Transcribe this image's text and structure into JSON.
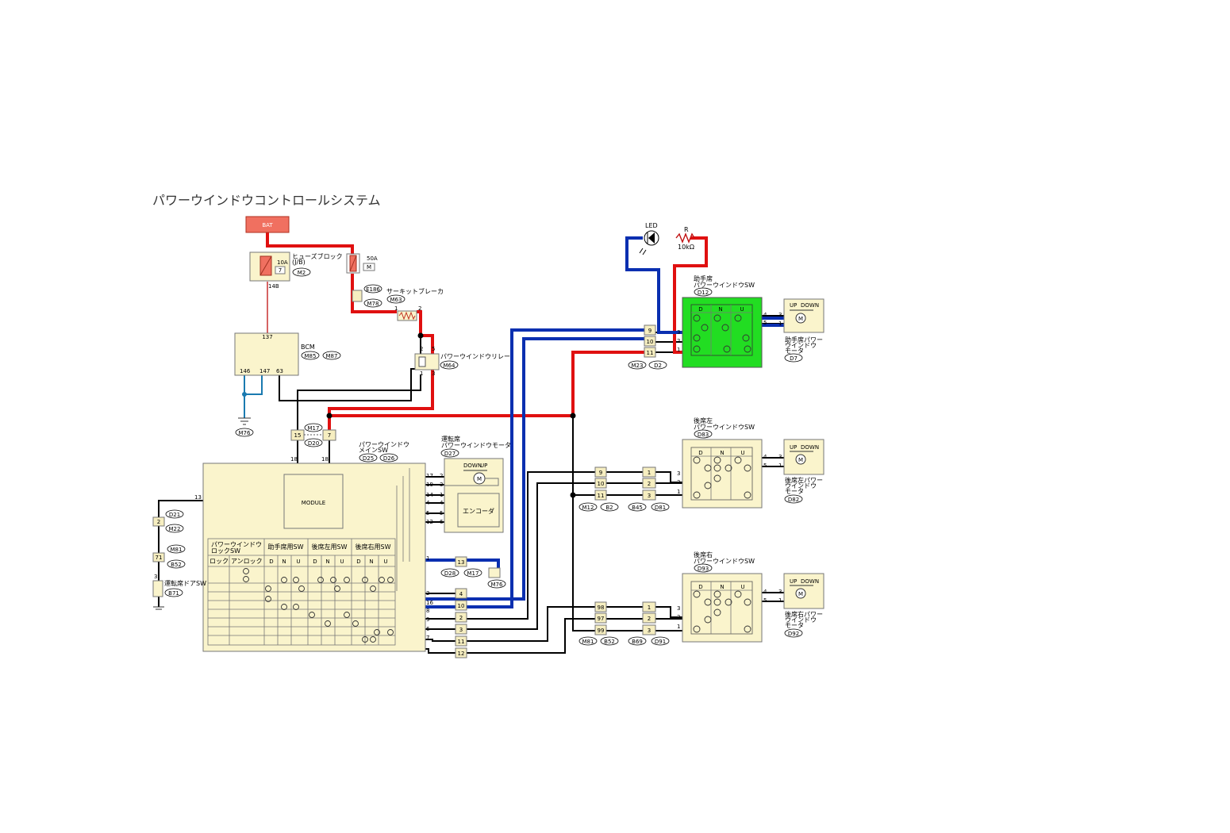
{
  "title": "パワーウインドウコントロールシステム",
  "colors": {
    "red_wire": "#e01010",
    "blue_wire": "#0a2fb0",
    "switch_green": "#22dd22",
    "battery": "#f07060",
    "box": "#faf4cc"
  },
  "labels": {
    "bat": "BAT",
    "fuse_block": "ヒューズブロック",
    "fuse_jb": "(J/B)",
    "fuse_10a": "10A",
    "fuse_7": "7",
    "fuse_14b": "14B",
    "fuse_50a": "50A",
    "fuse_m": "M",
    "circuit_breaker": "サーキットブレーカ",
    "relay": "パワーウインドウリレー",
    "bcm": "BCM",
    "led": "LED",
    "r": "R",
    "resistance": "10kΩ",
    "passenger_sw_1": "助手席",
    "passenger_sw_2": "パワーウインドウSW",
    "rl_sw_1": "後席左",
    "rl_sw_2": "パワーウインドウSW",
    "rr_sw_1": "後席右",
    "rr_sw_2": "パワーウインドウSW",
    "main_sw_1": "パワーウインドウ",
    "main_sw_2": "メインSW",
    "driver_motor_1": "運転席",
    "driver_motor_2": "パワーウインドウモータ",
    "passenger_motor_1": "助手席パワー",
    "passenger_motor_2": "ウインドウ",
    "passenger_motor_3": "モータ",
    "rl_motor_1": "後席左パワー",
    "rl_motor_2": "ウインドウ",
    "rl_motor_3": "モータ",
    "rr_motor_1": "後席右パワー",
    "rr_motor_2": "ウインドウ",
    "rr_motor_3": "モータ",
    "module": "MODULE",
    "encoder": "エンコーダ",
    "up": "UP",
    "down": "DOWN",
    "motor_m": "M",
    "lock_sw_1": "パワーウインドウ",
    "lock_sw_2": "ロックSW",
    "lock": "ロック",
    "unlock": "アンロック",
    "col_passenger": "助手席用SW",
    "col_rl": "後席左用SW",
    "col_rr": "後席右用SW",
    "pos_d": "D",
    "pos_n": "N",
    "pos_u": "U",
    "driver_door_sw": "運転席ドアSW"
  },
  "connectors": {
    "m2": "M2",
    "e186": "E186",
    "m78": "M78",
    "m63": "M63",
    "m64": "M64",
    "m85": "M85",
    "m87": "M87",
    "m76_gnd": "M76",
    "m17": "M17",
    "d20": "D20",
    "d25": "D25",
    "d26": "D26",
    "d27": "D27",
    "d21": "D21",
    "m22": "M22",
    "m81": "M81",
    "b52": "B52",
    "b71": "B71",
    "d28": "D28",
    "m17b": "M17",
    "m76b": "M76",
    "m23": "M23",
    "d2": "D2",
    "d12": "D12",
    "d7": "D7",
    "m12": "M12",
    "b2": "B2",
    "b45": "B45",
    "d81": "D81",
    "d83": "D83",
    "d82": "D82",
    "m81b": "M81",
    "b52b": "B52",
    "b69": "B69",
    "d91": "D91",
    "d93": "D93",
    "d92": "D92"
  },
  "pins": {
    "cb_1": "1",
    "cb_2": "2",
    "relay_1": "1",
    "relay_2": "2",
    "relay_3": "3",
    "relay_5": "5",
    "bcm_137": "137",
    "bcm_146": "146",
    "bcm_147": "147",
    "bcm_63": "63",
    "j15": "15",
    "j7": "7",
    "ms_18a": "18",
    "ms_18b": "18",
    "ms_13": "13",
    "ds_2": "2",
    "ds_71": "71",
    "ds_3": "3",
    "mod_17": "17",
    "mod_19": "19",
    "mod_14": "14",
    "mod_4": "4",
    "mod_5": "5",
    "mod_12": "12",
    "mt_2": "2",
    "mt_3": "3",
    "mt_1": "1",
    "mt_4": "4",
    "mt_5": "5",
    "mt_6": "6",
    "bus_1": "1",
    "bus_2": "2",
    "bus_16": "16",
    "bus_8": "8",
    "bus_9": "9",
    "bus_6": "6",
    "bus_7": "7",
    "dc_13": "13",
    "dc_4": "4",
    "dc_10": "10",
    "dc_2": "2",
    "dc_3": "3",
    "dc_11": "11",
    "dc_12": "12",
    "p_9": "9",
    "p_10": "10",
    "p_11": "11",
    "psw_3": "3",
    "psw_2": "2",
    "psw_1": "1",
    "psw_4": "4",
    "psw_5": "5",
    "pm_3": "3",
    "pm_1": "1",
    "rl_9": "9",
    "rl_10": "10",
    "rl_11": "11",
    "rl_1": "1",
    "rl_2": "2",
    "rl_3": "3",
    "rlsw_3": "3",
    "rlsw_2": "2",
    "rlsw_1": "1",
    "rlsw_4": "4",
    "rlsw_5": "5",
    "rlm_3": "3",
    "rlm_1": "1",
    "rr_98": "98",
    "rr_97": "97",
    "rr_99": "99",
    "rr_1": "1",
    "rr_2": "2",
    "rr_3": "3",
    "rrsw_3": "3",
    "rrsw_2": "2",
    "rrsw_1": "1",
    "rrsw_4": "4",
    "rrsw_5": "5",
    "rrm_3": "3",
    "rrm_1": "1"
  }
}
